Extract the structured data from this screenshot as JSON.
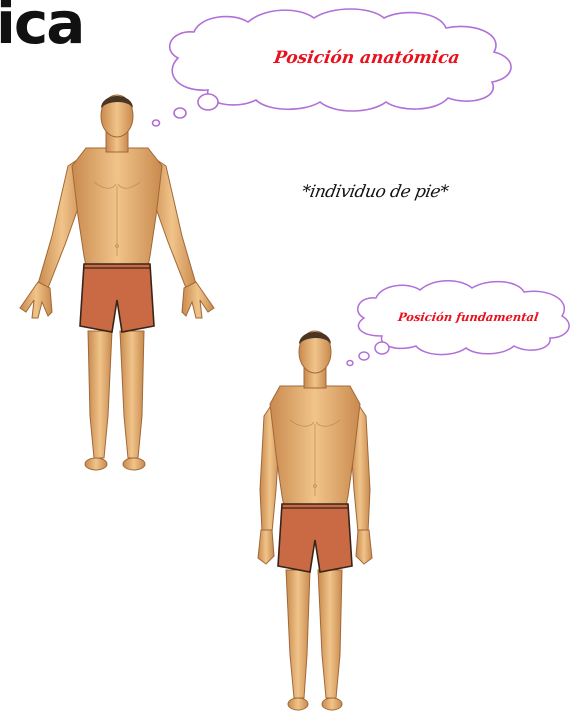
{
  "title": "ica",
  "clouds": {
    "anatomical": {
      "text": "Posición anatómica"
    },
    "fundamental": {
      "text": "Posición fundamental"
    }
  },
  "note": "*individuo de pie*",
  "colors": {
    "cloud_outline": "#b070d8",
    "cloud_text": "#e8111d",
    "skin": "#e6b073",
    "shorts": "#c96a45",
    "hair": "#4a3424"
  },
  "figures": [
    {
      "name": "anatomical-position-figure",
      "pose": "palms forward, arms abducted"
    },
    {
      "name": "fundamental-position-figure",
      "pose": "arms at sides, palms facing body"
    }
  ]
}
